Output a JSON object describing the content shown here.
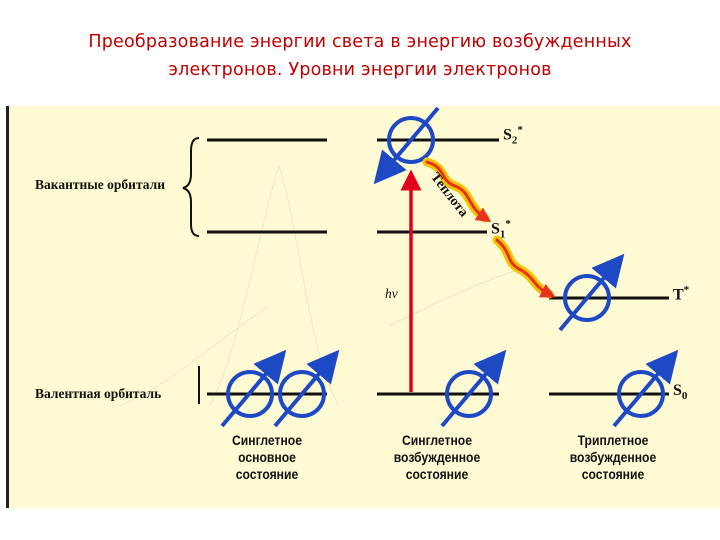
{
  "title": {
    "line1": "Преобразование энергии света в энергию возбужденных",
    "line2": "электронов. Уровни энергии электронов"
  },
  "diagram": {
    "labels": {
      "vacant": "Вакантные орбитали",
      "valence": "Валентная орбиталь",
      "hv": "hν"
    },
    "levels": {
      "s2": {
        "base": "S",
        "sub": "2",
        "sup": "*"
      },
      "s1": {
        "base": "S",
        "sub": "1",
        "sup": "*"
      },
      "t": {
        "base": "T",
        "sup": "*"
      },
      "s0": {
        "base": "S",
        "sub": "0"
      }
    },
    "heat_label": "Теплота",
    "captions": {
      "singlet_ground": [
        "Синглетное",
        "основное",
        "состояние"
      ],
      "singlet_excited": [
        "Синглетное",
        "возбужденное",
        "состояние"
      ],
      "triplet_excited": [
        "Триплетное",
        "возбужденное",
        "состояние"
      ]
    },
    "colors": {
      "electron": "#1d49c4",
      "photon_arrow": "#e0001a",
      "heat": "#f5c400",
      "heat_core": "#e8301a",
      "level_line": "#111111",
      "background": "#fefbd4"
    }
  }
}
